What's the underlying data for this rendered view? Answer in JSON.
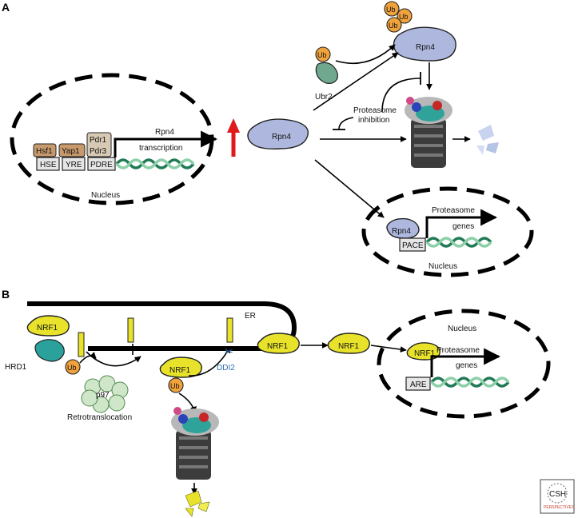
{
  "panels": {
    "a": "A",
    "b": "B"
  },
  "panel_a": {
    "tfs": {
      "hsf1": "Hsf1",
      "yap1": "Yap1",
      "pdr1": "Pdr1",
      "pdr3": "Pdr3"
    },
    "elements": {
      "hse": "HSE",
      "yre": "YRE",
      "pdre": "PDRE",
      "pace": "PACE"
    },
    "transcription_line1": "Rpn4",
    "transcription_line2": "transcription",
    "nucleus": "Nucleus",
    "nucleus2": "Nucleus",
    "rpn4_center": "Rpn4",
    "rpn4_top": "Rpn4",
    "rpn4_small": "Rpn4",
    "ub": "Ub",
    "ubr2": "Ubr2",
    "inhibition_line1": "Proteasome",
    "inhibition_line2": "inhibition",
    "genes_line1": "Proteasome",
    "genes_line2": "genes"
  },
  "panel_b": {
    "er": "ER",
    "nrf1_a": "NRF1",
    "nrf1_b": "NRF1",
    "nrf1_c": "NRF1",
    "nrf1_d": "NRF1",
    "nrf1_e": "NRF1",
    "hrd1": "HRD1",
    "ub": "Ub",
    "ub2": "Ub",
    "p97": "p97",
    "retro": "Retrotranslocation",
    "ddi2": "DDI2",
    "nucleus": "Nucleus",
    "are": "ARE",
    "genes_line1": "Proteasome",
    "genes_line2": "genes"
  },
  "logo": {
    "line1": "CSH",
    "line2": "PERSPECTIVES"
  },
  "colors": {
    "rpn4": "#aeb8df",
    "nrf1": "#e8e32a",
    "ub": "#f0a23c",
    "up_arrow": "#e0191b",
    "ddi2": "#2f6fb0"
  }
}
